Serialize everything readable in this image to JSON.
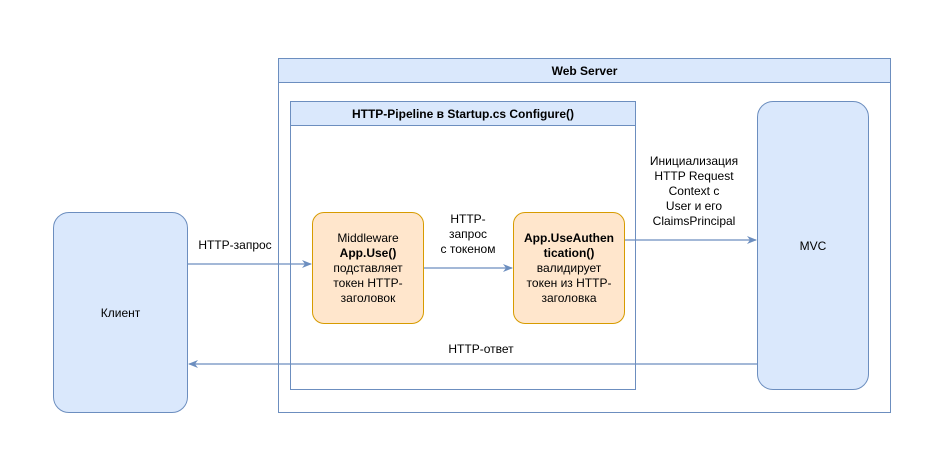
{
  "web_server": {
    "title": "Web Server"
  },
  "pipeline": {
    "title": "HTTP-Pipeline в Startup.cs Configure()"
  },
  "client": {
    "label": "Клиент"
  },
  "mvc": {
    "label": "MVC"
  },
  "middleware": {
    "line1": "Middleware",
    "line2": "App.Use()",
    "line3": "подставляет",
    "line4": "токен HTTP-",
    "line5": "заголовок"
  },
  "auth": {
    "line1": "App.UseAuthen",
    "line2": "tication()",
    "line3": "валидирует",
    "line4": "токен из HTTP-",
    "line5": "заголовка"
  },
  "edges": {
    "request": "HTTP-запрос",
    "token_l1": "HTTP-",
    "token_l2": "запрос",
    "token_l3": "с токеном",
    "init_l1": "Инициализация",
    "init_l2": "HTTP Request",
    "init_l3": "Context с",
    "init_l4": "User и его",
    "init_l5": "ClaimsPrincipal",
    "response": "HTTP-ответ"
  },
  "colors": {
    "blue_fill": "#dae8fc",
    "blue_stroke": "#6c8ebf",
    "orange_fill": "#ffe6cc",
    "orange_stroke": "#d79b00"
  }
}
